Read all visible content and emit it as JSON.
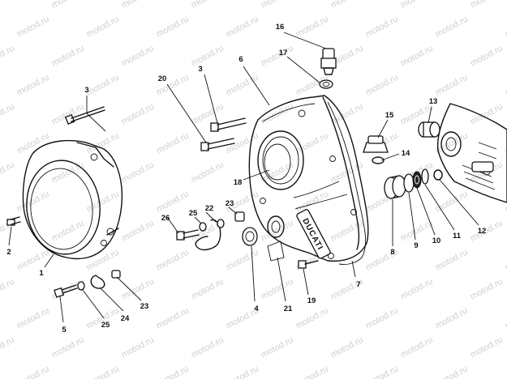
{
  "watermark": "motod.ru",
  "logo_text": "DUCATI",
  "callouts": [
    "1",
    "2",
    "3",
    "3",
    "4",
    "5",
    "6",
    "7",
    "8",
    "9",
    "10",
    "11",
    "12",
    "13",
    "14",
    "15",
    "16",
    "17",
    "18",
    "19",
    "20",
    "21",
    "22",
    "23",
    "23",
    "24",
    "25",
    "25",
    "26"
  ]
}
